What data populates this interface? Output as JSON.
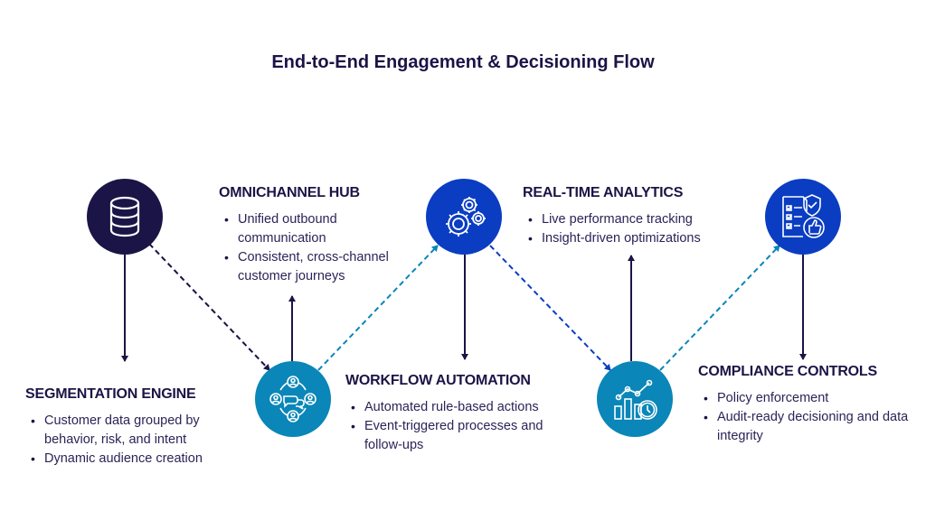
{
  "title": "End-to-End Engagement & Decisioning Flow",
  "colors": {
    "navy": "#1b1446",
    "royal_blue": "#0a3dc2",
    "teal_blue": "#0a86b8",
    "text": "#2a2457"
  },
  "nodes": [
    {
      "id": "segmentation",
      "icon": "database-icon",
      "color": "#1b1446"
    },
    {
      "id": "omnichannel",
      "icon": "user-network-chat-icon",
      "color": "#0a86b8"
    },
    {
      "id": "workflow",
      "icon": "gears-icon",
      "color": "#0a3dc2"
    },
    {
      "id": "analytics",
      "icon": "chart-clock-icon",
      "color": "#0a86b8"
    },
    {
      "id": "compliance",
      "icon": "checklist-shield-thumbs-up-icon",
      "color": "#0a3dc2"
    }
  ],
  "steps": [
    {
      "heading": "SEGMENTATION ENGINE",
      "bullets": [
        "Customer data grouped by behavior, risk, and intent",
        "Dynamic audience creation"
      ]
    },
    {
      "heading": "OMNICHANNEL HUB",
      "bullets": [
        "Unified outbound communication",
        "Consistent, cross-channel customer journeys"
      ]
    },
    {
      "heading": "WORKFLOW AUTOMATION",
      "bullets": [
        "Automated rule-based actions",
        "Event-triggered processes and follow-ups"
      ]
    },
    {
      "heading": "REAL-TIME ANALYTICS",
      "bullets": [
        "Live performance tracking",
        "Insight-driven optimizations"
      ]
    },
    {
      "heading": "COMPLIANCE CONTROLS",
      "bullets": [
        "Policy enforcement",
        "Audit-ready decisioning and data integrity"
      ]
    }
  ]
}
